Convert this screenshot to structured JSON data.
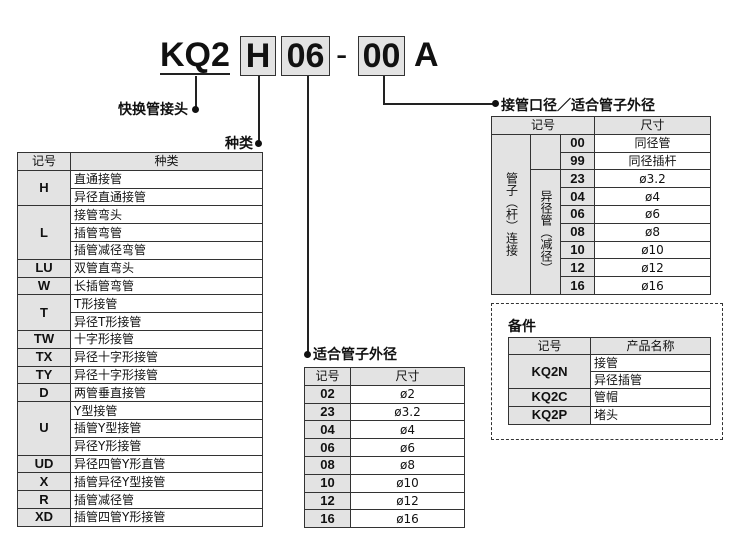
{
  "model": {
    "prefix": "KQ2",
    "type": "H",
    "size": "06",
    "sep": "-",
    "port": "00",
    "suffix": "A"
  },
  "labels": {
    "prefix": "快换管接头",
    "type": "种类",
    "tube": "适合管子外径",
    "port": "接管口径／适合管子外径"
  },
  "type_table": {
    "headers": [
      "记号",
      "种类"
    ],
    "groups": [
      {
        "code": "H",
        "items": [
          "直通接管",
          "异径直通接管"
        ]
      },
      {
        "code": "L",
        "items": [
          "接管弯头",
          "插管弯管",
          "插管减径弯管"
        ]
      },
      {
        "code": "LU",
        "items": [
          "双管直弯头"
        ]
      },
      {
        "code": "W",
        "items": [
          "长插管弯管"
        ]
      },
      {
        "code": "T",
        "items": [
          "T形接管",
          "异径T形接管"
        ]
      },
      {
        "code": "TW",
        "items": [
          "十字形接管"
        ]
      },
      {
        "code": "TX",
        "items": [
          "异径十字形接管"
        ]
      },
      {
        "code": "TY",
        "items": [
          "异径十字形接管"
        ]
      },
      {
        "code": "D",
        "items": [
          "两管垂直接管"
        ]
      },
      {
        "code": "U",
        "items": [
          "Y型接管",
          "插管Y型接管",
          "异径Y形接管"
        ]
      },
      {
        "code": "UD",
        "items": [
          "异径四管Y形直管"
        ]
      },
      {
        "code": "X",
        "items": [
          "插管异径Y型接管"
        ]
      },
      {
        "code": "R",
        "items": [
          "插管减径管"
        ]
      },
      {
        "code": "XD",
        "items": [
          "插管四管Y形接管"
        ]
      }
    ]
  },
  "tube_table": {
    "headers": [
      "记号",
      "尺寸"
    ],
    "rows": [
      [
        "02",
        "ø2"
      ],
      [
        "23",
        "ø3.2"
      ],
      [
        "04",
        "ø4"
      ],
      [
        "06",
        "ø6"
      ],
      [
        "08",
        "ø8"
      ],
      [
        "10",
        "ø10"
      ],
      [
        "12",
        "ø12"
      ],
      [
        "16",
        "ø16"
      ]
    ]
  },
  "port_table": {
    "headers": [
      "记号",
      "尺寸"
    ],
    "outer_label": "管子（杆）连接",
    "inner_label": "异径管（减径）",
    "rows": [
      [
        "00",
        "同径管"
      ],
      [
        "99",
        "同径插杆"
      ],
      [
        "23",
        "ø3.2"
      ],
      [
        "04",
        "ø4"
      ],
      [
        "06",
        "ø6"
      ],
      [
        "08",
        "ø8"
      ],
      [
        "10",
        "ø10"
      ],
      [
        "12",
        "ø12"
      ],
      [
        "16",
        "ø16"
      ]
    ]
  },
  "parts": {
    "title": "备件",
    "headers": [
      "记号",
      "产品名称"
    ],
    "groups": [
      {
        "code": "KQ2N",
        "items": [
          "接管",
          "异径插管"
        ]
      },
      {
        "code": "KQ2C",
        "items": [
          "管帽"
        ]
      },
      {
        "code": "KQ2P",
        "items": [
          "堵头"
        ]
      }
    ]
  }
}
